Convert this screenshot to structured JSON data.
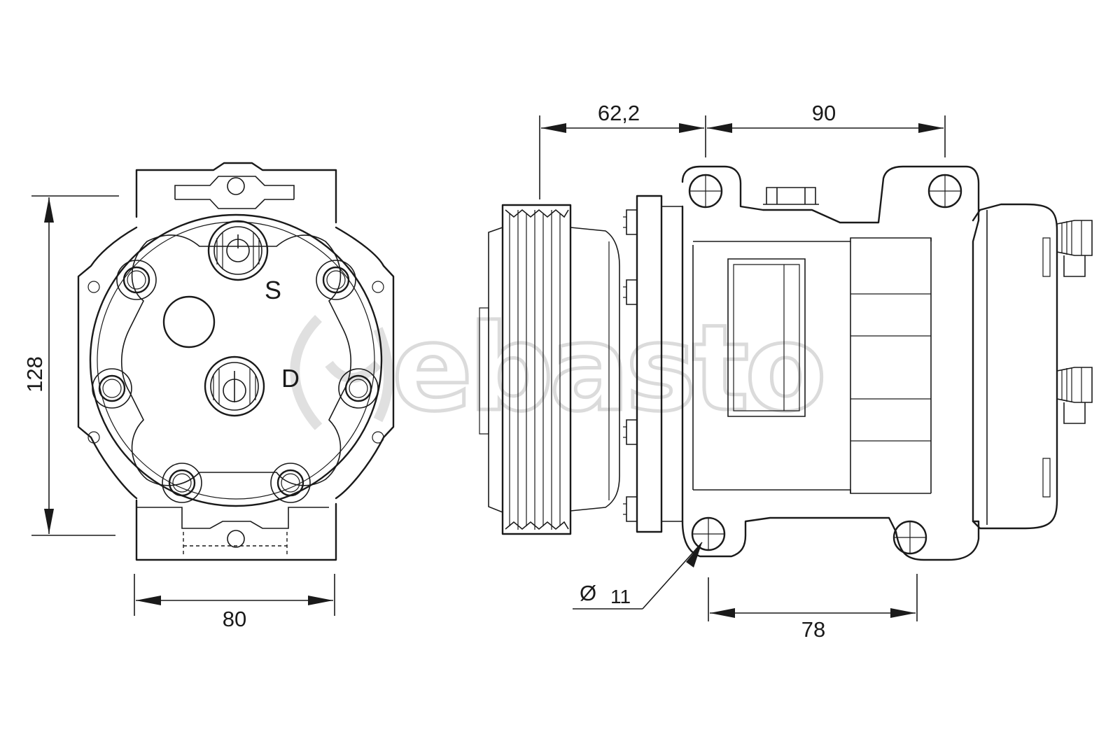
{
  "watermark": {
    "text": "ebasto",
    "color": "#cccccc"
  },
  "ports": {
    "suction": "S",
    "discharge": "D"
  },
  "dimensions": {
    "height": "128",
    "width": "80",
    "pulley_offset": "62,2",
    "top_mount_spacing": "90",
    "bottom_mount_spacing": "78",
    "hole_diameter_symbol": "Ø",
    "hole_diameter": "11"
  },
  "colors": {
    "line": "#1a1a1a",
    "background": "#ffffff"
  }
}
